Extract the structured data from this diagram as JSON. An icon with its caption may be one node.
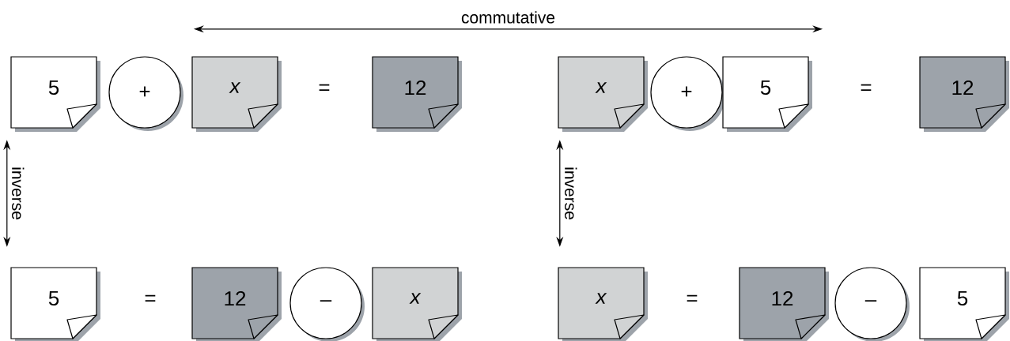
{
  "diagram": {
    "nodes": [
      {
        "text": [
          "5"
        ]
      },
      {
        "text": [
          "+"
        ]
      },
      {
        "text": [
          "x"
        ]
      },
      {
        "text": [
          "12"
        ]
      },
      {
        "text": [
          "x"
        ]
      },
      {
        "text": [
          "+"
        ]
      },
      {
        "text": [
          "5"
        ]
      },
      {
        "text": [
          "12"
        ]
      },
      {
        "text": [
          "5"
        ]
      },
      {
        "text": [
          "12"
        ]
      },
      {
        "text": [
          "–"
        ]
      },
      {
        "text": [
          "x"
        ]
      },
      {
        "text": [
          "x"
        ]
      },
      {
        "text": [
          "12"
        ]
      },
      {
        "text": [
          "–"
        ]
      },
      {
        "text": [
          "5"
        ]
      }
    ],
    "edges": [
      {
        "from": 2,
        "to": 6,
        "arrow": "both",
        "label": "commutative"
      },
      {
        "from": 0,
        "to": 8,
        "arrow": "both",
        "label": "inverse"
      },
      {
        "from": 4,
        "to": 12,
        "arrow": "both",
        "label": "inverse"
      }
    ],
    "labels": [
      "=",
      "=",
      "=",
      "="
    ]
  }
}
